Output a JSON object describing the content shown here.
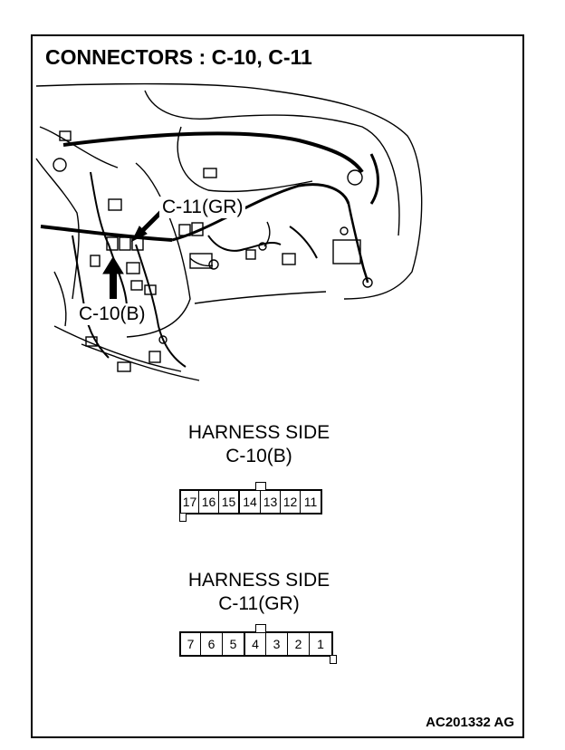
{
  "title": "CONNECTORS : C-10, C-11",
  "labels": {
    "c11": "C-11(GR)",
    "c10": "C-10(B)"
  },
  "connectors": [
    {
      "side": "HARNESS SIDE",
      "name": "C-10(B)",
      "left_pins": [
        "17",
        "16",
        "15"
      ],
      "key_pin": "14",
      "right_pins": [
        "13",
        "12",
        "11"
      ]
    },
    {
      "side": "HARNESS SIDE",
      "name": "C-11(GR)",
      "left_pins": [
        "7",
        "6",
        "5"
      ],
      "key_pin": "4",
      "right_pins": [
        "3",
        "2",
        "1"
      ]
    }
  ],
  "footer_code": "AC201332 AG"
}
